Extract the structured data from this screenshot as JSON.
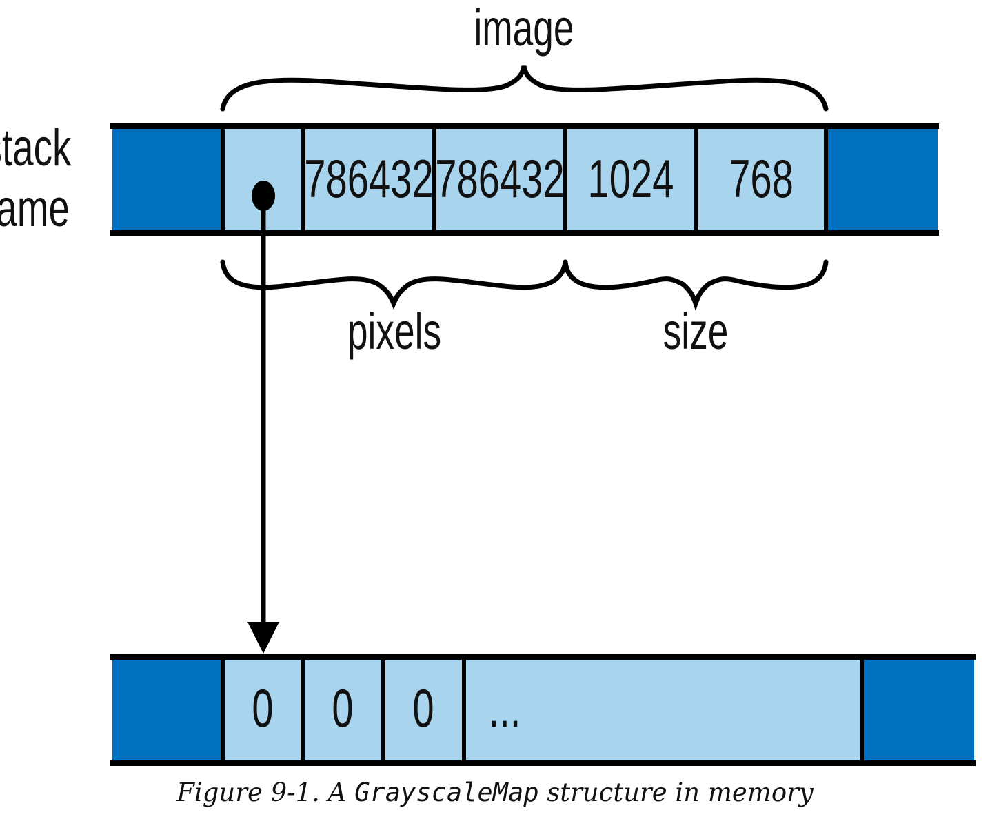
{
  "colors": {
    "dark_blue": "#0070c0",
    "light_blue": "#a9d4ee",
    "line": "#000000"
  },
  "labels": {
    "stack_line1": "stack",
    "stack_line2": "frame",
    "image": "image",
    "pixels": "pixels",
    "size": "size"
  },
  "stack_cells": [
    "",
    "786432",
    "786432",
    "1024",
    "768"
  ],
  "heap_cells": [
    "0",
    "0",
    "0",
    "..."
  ],
  "caption": {
    "prefix": "Figure 9-1. A ",
    "code": "GrayscaleMap",
    "suffix": " structure in memory"
  }
}
